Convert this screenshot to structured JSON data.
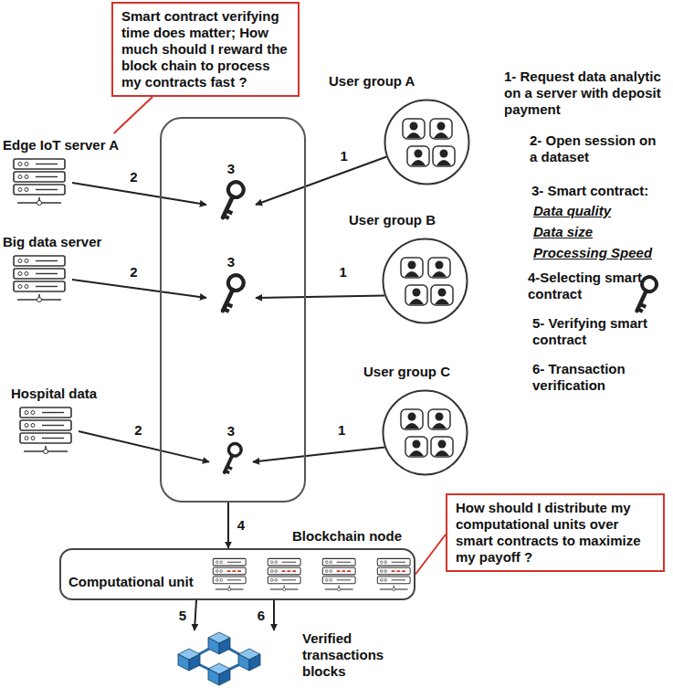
{
  "diagram": {
    "nodes": [
      {
        "text": [
          "Smart contract verifying time does matter; How much should I reward the block chain to process my contracts fast ?"
        ]
      },
      {
        "text": [
          "Edge IoT server A"
        ]
      },
      {
        "text": [
          "Big data server"
        ]
      },
      {
        "text": [
          "Hospital data"
        ]
      },
      {
        "text": []
      },
      {
        "text": [
          "3"
        ],
        "in": 4
      },
      {
        "text": [
          "3"
        ],
        "in": 4
      },
      {
        "text": [
          "3"
        ],
        "in": 4
      },
      {
        "text": [
          "User group A"
        ]
      },
      {
        "text": [
          "User group B"
        ]
      },
      {
        "text": [
          "User group C"
        ]
      },
      {
        "text": [
          "Blockchain node",
          "Computational unit"
        ]
      },
      {
        "text": [
          "How should I distribute my computational units over smart contracts to maximize my payoff ?"
        ]
      },
      {
        "text": [
          "Verified transactions blocks"
        ]
      }
    ],
    "edges": [
      {
        "from": 0,
        "to": 1,
        "arrow": "none"
      },
      {
        "from": 8,
        "to": 5,
        "label": "1",
        "arrow": "to"
      },
      {
        "from": 9,
        "to": 6,
        "label": "1",
        "arrow": "to"
      },
      {
        "from": 10,
        "to": 7,
        "label": "1",
        "arrow": "to"
      },
      {
        "from": 1,
        "to": 5,
        "label": "2",
        "arrow": "to"
      },
      {
        "from": 2,
        "to": 6,
        "label": "2",
        "arrow": "to"
      },
      {
        "from": 3,
        "to": 7,
        "label": "2",
        "arrow": "to"
      },
      {
        "from": 4,
        "to": 11,
        "label": "4",
        "arrow": "to"
      },
      {
        "from": 11,
        "to": 13,
        "label": "5",
        "arrow": "to"
      },
      {
        "from": 11,
        "to": 13,
        "label": "6",
        "arrow": "to"
      },
      {
        "from": 12,
        "to": 11,
        "arrow": "none"
      }
    ],
    "labels": [
      "1- Request data analytic on a server with deposit payment",
      "2- Open session on a dataset",
      "3- Smart contract:",
      "Data quality",
      "Data size",
      "Processing Speed",
      "4-Selecting smart contract",
      "5- Verifying smart contract",
      "6- Transaction verification"
    ]
  }
}
